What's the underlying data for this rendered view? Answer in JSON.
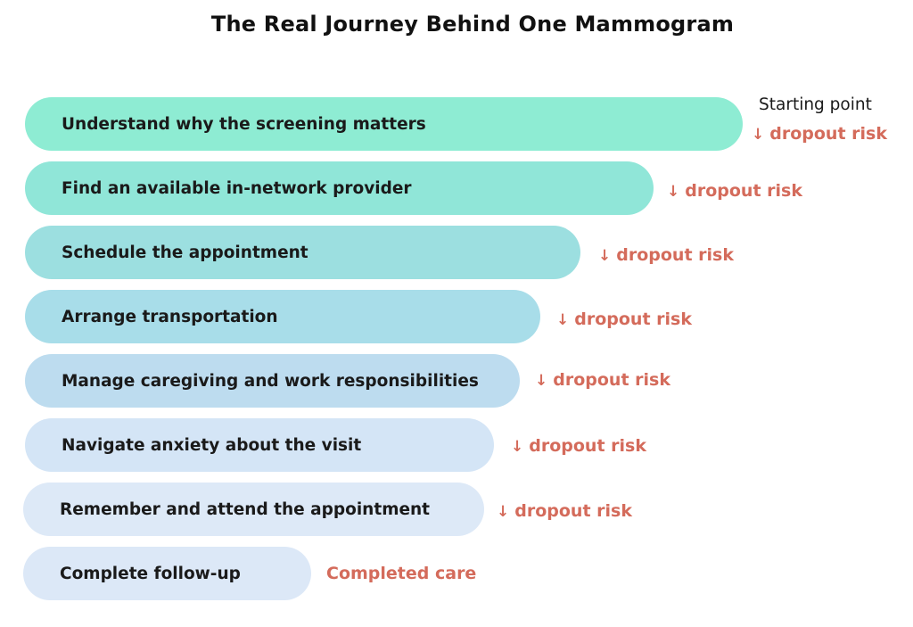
{
  "title": "The Real Journey Behind One Mammogram",
  "start_label": "Starting point",
  "completion_label": "Completed care",
  "risk_label": "dropout risk",
  "risk_arrow": "↓",
  "steps": [
    {
      "label": "Understand why the screening matters",
      "color": "#8eecd3"
    },
    {
      "label": "Find an available in-network provider",
      "color": "#90e6d8"
    },
    {
      "label": "Schedule the appointment",
      "color": "#9cdfe0"
    },
    {
      "label": "Arrange transportation",
      "color": "#a8dde9"
    },
    {
      "label": "Manage caregiving and work responsibilities",
      "color": "#bddcef"
    },
    {
      "label": "Navigate anxiety about the visit",
      "color": "#d4e5f6"
    },
    {
      "label": "Remember and attend the appointment",
      "color": "#dde9f7"
    },
    {
      "label": "Complete follow-up",
      "color": "#dce8f7"
    }
  ]
}
